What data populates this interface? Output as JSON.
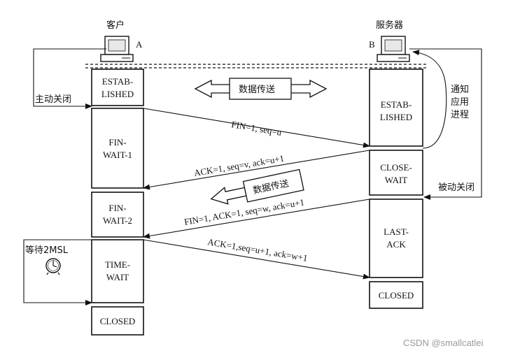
{
  "hosts": {
    "client_title": "客户",
    "client_letter": "A",
    "server_title": "服务器",
    "server_letter": "B"
  },
  "client_states": [
    {
      "line1": "ESTAB-",
      "line2": "LISHED"
    },
    {
      "line1": "FIN-",
      "line2": "WAIT-1"
    },
    {
      "line1": "FIN-",
      "line2": "WAIT-2"
    },
    {
      "line1": "TIME-",
      "line2": "WAIT"
    },
    {
      "line1": "CLOSED",
      "line2": ""
    }
  ],
  "server_states": [
    {
      "line1": "ESTAB-",
      "line2": "LISHED"
    },
    {
      "line1": "CLOSE-",
      "line2": "WAIT"
    },
    {
      "line1": "LAST-",
      "line2": "ACK"
    },
    {
      "line1": "CLOSED",
      "line2": ""
    }
  ],
  "messages": {
    "m1": "FIN=1, seq=u",
    "m2": "ACK=1, seq=v, ack=u+1",
    "m3": "FIN=1, ACK=1, seq=w, ack=u+1",
    "m4": "ACK=1,seq=u+1, ack=w+1"
  },
  "annotations": {
    "active_close": "主动关闭",
    "passive_close": "被动关闭",
    "notify_line1": "通知",
    "notify_line2": "应用",
    "notify_line3": "进程",
    "data_transfer_both": "数据传送",
    "data_transfer_one": "数据传送",
    "wait_2msl": "等待2MSL"
  },
  "watermark": "CSDN @smallcatlei"
}
